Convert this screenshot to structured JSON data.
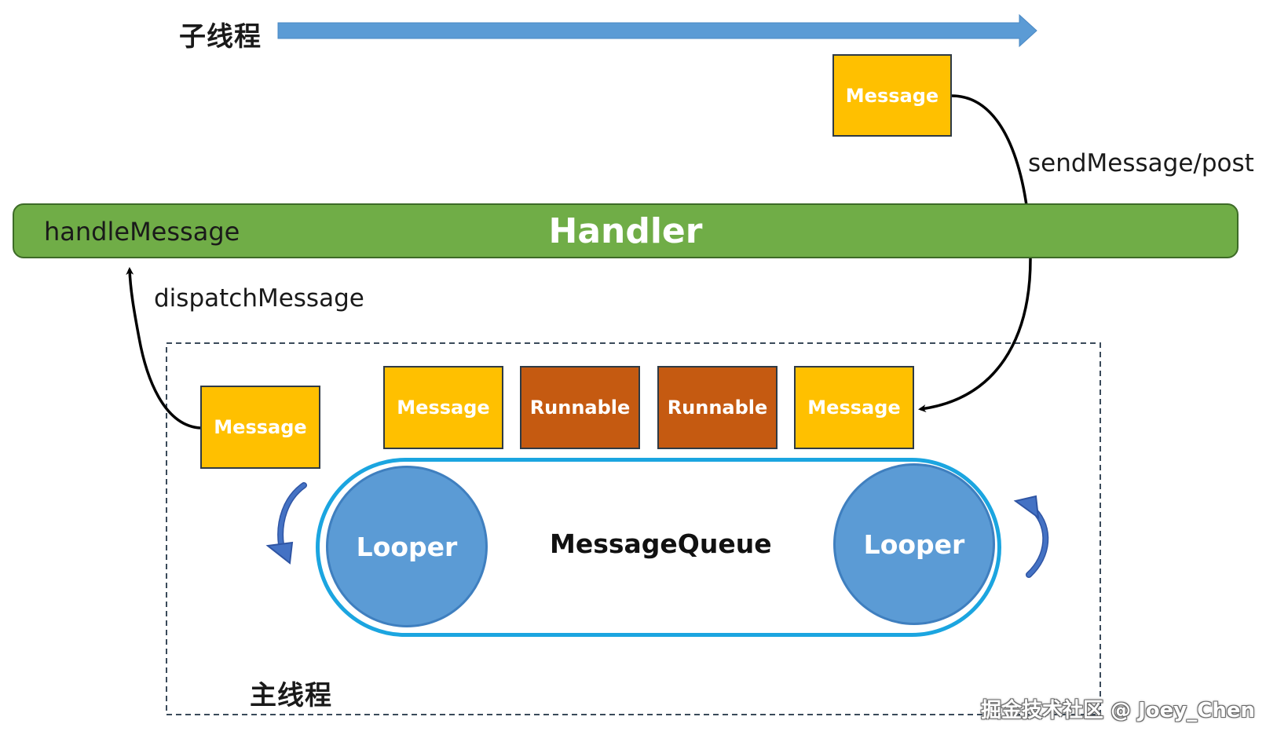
{
  "worker_thread": {
    "label": "子线程"
  },
  "main_thread": {
    "label": "主线程"
  },
  "handler": {
    "title": "Handler",
    "method_label": "handleMessage"
  },
  "edges": {
    "send_label": "sendMessage/post",
    "dispatch_label": "dispatchMessage"
  },
  "incoming_message": {
    "label": "Message"
  },
  "dispatched_message": {
    "label": "Message"
  },
  "queue": {
    "label": "MessageQueue",
    "items": [
      {
        "label": "Message",
        "kind": "message"
      },
      {
        "label": "Runnable",
        "kind": "runnable"
      },
      {
        "label": "Runnable",
        "kind": "runnable"
      },
      {
        "label": "Message",
        "kind": "message"
      }
    ]
  },
  "loopers": [
    {
      "label": "Looper"
    },
    {
      "label": "Looper"
    }
  ],
  "watermark": "掘金技术社区 @ Joey_Chen",
  "colors": {
    "message": "#ffc000",
    "runnable": "#c55a11",
    "handler": "#70ad47",
    "looper": "#5b9bd5",
    "queue_border": "#1ba5e0",
    "thread_arrow": "#5b9bd5",
    "rotation_arrow": "#4472c4"
  }
}
